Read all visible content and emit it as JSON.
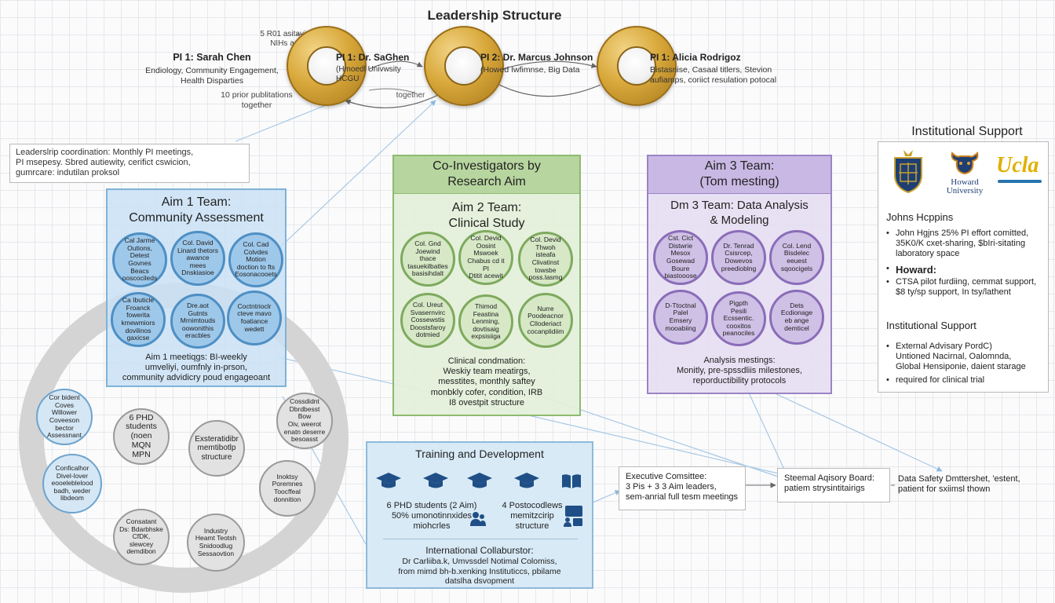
{
  "title": "Leadership Structure",
  "pi_notes": {
    "top_note": "5 R01 asitavit\nNIHs as PI",
    "pub_note": "10 prior publitations\ntogether",
    "together": "together"
  },
  "pis": [
    {
      "name": "PI 1: Sarah Chen",
      "sub": "Endiology, Community Engagement,\nHealth Disparties"
    },
    {
      "name": "PI 1: Dr. SaGhen",
      "sub": "(Hmoedl Univwsity\nHCGU"
    },
    {
      "name": "PI 2: Dr. Marcus Johnson",
      "sub": "(Howed Iwfimnse, Big Data"
    },
    {
      "name": "PI 1: Alicia Rodrigoz",
      "sub": "Bistasnise, Casaal titlers, Stevion\naufiamps, coriict resulation potocal"
    }
  ],
  "leadership_box": "Leaderslrip coordination: Monthly PI meetings,\nPI msepesy. Sbred autiewity, cerifict cswicion,\ngumrcare: indutilan proksol",
  "coinv_header": "Co-Investigators by\nResearch Aim",
  "aim1": {
    "title": "Aim 1 Team:\nCommunity Assessment",
    "members": [
      "Cal Jarme\nOutions, Detest\nGovnes Beacs\nooscocileds",
      "Col. David\nLinard thetors\nawance mees\nDnskiasioe",
      "Col. Cad\nColvdes Motion\ndoction to fts\nEosonacooets",
      "Ca Ibuticle\nFroanck\nfowerita\nkmewmiors\ndovilinos\ngaxicse",
      "Dre.aot\nGutnts\nMrnimtouds\noowonithis\neracbles",
      "Coctntrioclr\ncteve mavo\nfoatiance\nwedett"
    ],
    "note": "Aim 1 meetiqgs: BI-weekly\numveliyi, oumfnly in-prson,\ncommunity advidicry poud engageoant"
  },
  "aim2": {
    "title": "Aim 2 Team:\nClinical Study",
    "members": [
      "Col. Gnd\nJoewind thace\ntasuekilbatles\nbasisihdalt",
      "Col. Devid\nOosint Mswoek\nChabus cd it PI\nDtitit acewit",
      "Col. Devid\nThwoh isteafa\nClivatinst towsbe\nposs.lasmg",
      "Col. Ureut\nSvasernvirc\nCossewstis\nDoostsfaroy\ndotmied",
      "Thimod\nFeastina\nLenming,\ndovtisaig\nexpsisiiga",
      "Nurre\nPoodeacnor\nClloderiact\ncocanplidiim"
    ],
    "note": "Clinical condmation:\nWeskiy team meatirgs,\nmesstites, monthly saftey\nmonbkly cofer, condition, IRB\nI8 ovestpit structure"
  },
  "aim3": {
    "header": "Aim 3 Team:\n(Tom mesting)",
    "title": "Dm 3 Team: Data Analysis\n& Modeling",
    "members": [
      "Cst. Cict\nDistwrie Mesox\nGosewad Boure\nbiastooose",
      "Dr. Tenrad\nCsisrcep,\nDowevos\npreedioblng",
      "Col. Lend\nBisdelec\neeuest\nsqoocigels",
      "D-Ttoctnal\nPalel\nEmsery\nmooabiing",
      "Pigpth\nPesili\nEcssentic.\ncooxitos\npeanociles",
      "Dets\nEcdionage\neb ange\ndemticel"
    ],
    "note": "Analysis mestings:\nMonitly, pre-spssdliis milestones,\nreporductibility protocols"
  },
  "support": {
    "title": "Institutional Support",
    "logos": {
      "howard": "Howard\nUniversity",
      "ucla": "Ucla"
    },
    "jh_title": "Johns Hcppins",
    "jh_bullet": "John Hgjns 25% PI effort comitted,\n35K0/K cxet-sharing, $bIri-sitating\nlaboratory space",
    "howard_title": "Howard:",
    "howard_bullet": "CTSA pilot furdiing, cemmat support,\n$8 ty/sp support, In tsy/lathent",
    "sub_title": "Institutional Support",
    "ext_bullet": "External Advisary PordC)\nUntioned Nacirnal, Oalomnda,\nGlobal Hensiponie, daient starage",
    "req_bullet": "required for clinical trial"
  },
  "ring": {
    "left_people": [
      "Cor bident\nCoves Willower\nCoveeson bector\nAssessnant",
      "Conficalhor\nDivel-lover\neooeleblelood\nbadh, weder\nlibdeom"
    ],
    "inner": [
      "6 PHD\nstudents\n(noen\nMQN\nMPN",
      "Exsteratidibr\nmemtibotlp\nstructure",
      "Consatant\nDs: Bdarbhske\nCfDK,\nslewcey\ndemdibon",
      "Industry\nHeamt Teotsh\nSnidoodlug\nSessaovtion"
    ],
    "right_people": [
      "Cossdidnt\nDbrdbesst Bow\nOiv, weerot\nenatn deserre\nbesoasst",
      "Inoktsy\nPoremnes\nToocffeal\ndonnition"
    ]
  },
  "training": {
    "title": "Training and Development",
    "phd": "6 PHD students (2 Aim)\n50% umonotinnxides\nmiohcrles",
    "postdoc": "4 Postocodlews\nmemitzcirip\nstructure",
    "intl_title": "International Collaburstor:",
    "intl_text": "Dr Carliiba.k, Umvssdel Notimal Colomiss,\nfrom mimd bh-b.xenking Instituticcs, pbilame\ndatslha dsvopment"
  },
  "exec": "Executive Comsittee:\n3 Pis + 3 3 Aim leaders,\nsem-anrial full tesm meetings",
  "sab": "Steemal Aqisory Board:\npatiem strysintitairigs",
  "dsmb": "Data Safety Dmttershet, 'estent,\npatient for sxiimsl thown",
  "colors": {
    "gold": "#d9a93c",
    "aim1": "#7fb2d8",
    "aim2": "#8dbb70",
    "aim3": "#9b84c5",
    "training": "#cfe4f3"
  },
  "icons": [
    "graduation-cap-icon",
    "book-icon",
    "person-group-icon",
    "presentation-icon",
    "arrow-icon"
  ]
}
